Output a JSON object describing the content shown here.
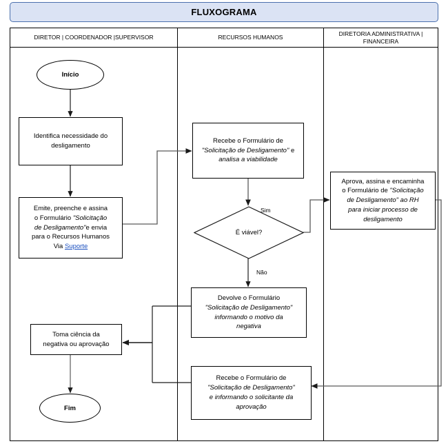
{
  "title": {
    "text": "FLUXOGRAMA",
    "background": "#dbe3f4",
    "border": "#4a6fad"
  },
  "lanes": [
    {
      "id": "lane-diretor",
      "label": "DIRETOR | COORDENADOR |SUPERVISOR"
    },
    {
      "id": "lane-rh",
      "label": "RECURSOS HUMANOS"
    },
    {
      "id": "lane-diretoria",
      "label": "DIRETORIA ADMINISTRATIVA | FINANCEIRA"
    }
  ],
  "nodes": {
    "start": {
      "label": "Início",
      "type": "terminator"
    },
    "identifica": {
      "line1": "Identifica necessidade do",
      "line2": "desligamento",
      "type": "process"
    },
    "emite": {
      "line1": "Emite, preenche e assina",
      "line2": "o Formulário ",
      "line2_italic": "\"Solicitação",
      "line3_italic": "de Desligamento\"",
      "line3": "e envia",
      "line4": "para o Recursos Humanos",
      "line5": "Via ",
      "link": "Suporte",
      "type": "process"
    },
    "recebe_analisa": {
      "line1": "Recebe o Formulário de",
      "line2_italic": "\"Solicitação de Desligamento\"",
      "line2": " e",
      "line3_italic": "analisa a viabilidade",
      "type": "process"
    },
    "decisao": {
      "label": "É viável?",
      "type": "decision"
    },
    "aprova": {
      "line1": "Aprova, assina e encaminha",
      "line2": "o Formulário de ",
      "line2_italic": "\"Solicitação",
      "line3_italic": "de Desligamento\" ao RH",
      "line4_italic": "para iniciar processo de",
      "line5_italic": "desligamento",
      "type": "process"
    },
    "devolve": {
      "line1": "Devolve o Formulário",
      "line2_italic": "\"Solicitação de Desligamento\"",
      "line3_italic": "informando o motivo da",
      "line4_italic": "negativa",
      "type": "process"
    },
    "recebe_informa": {
      "line1": "Recebe o Formulário de",
      "line2_italic": "\"Solicitação de Desligamento\"",
      "line3_italic": "e informando o solicitante da",
      "line4_italic": "aprovação",
      "type": "process"
    },
    "toma_ciencia": {
      "line1": "Toma ciência da",
      "line2": "negativa ou aprovação",
      "type": "process"
    },
    "end": {
      "label": "Fim",
      "type": "terminator"
    }
  },
  "edge_labels": {
    "sim": "Sim",
    "nao": "Não"
  }
}
